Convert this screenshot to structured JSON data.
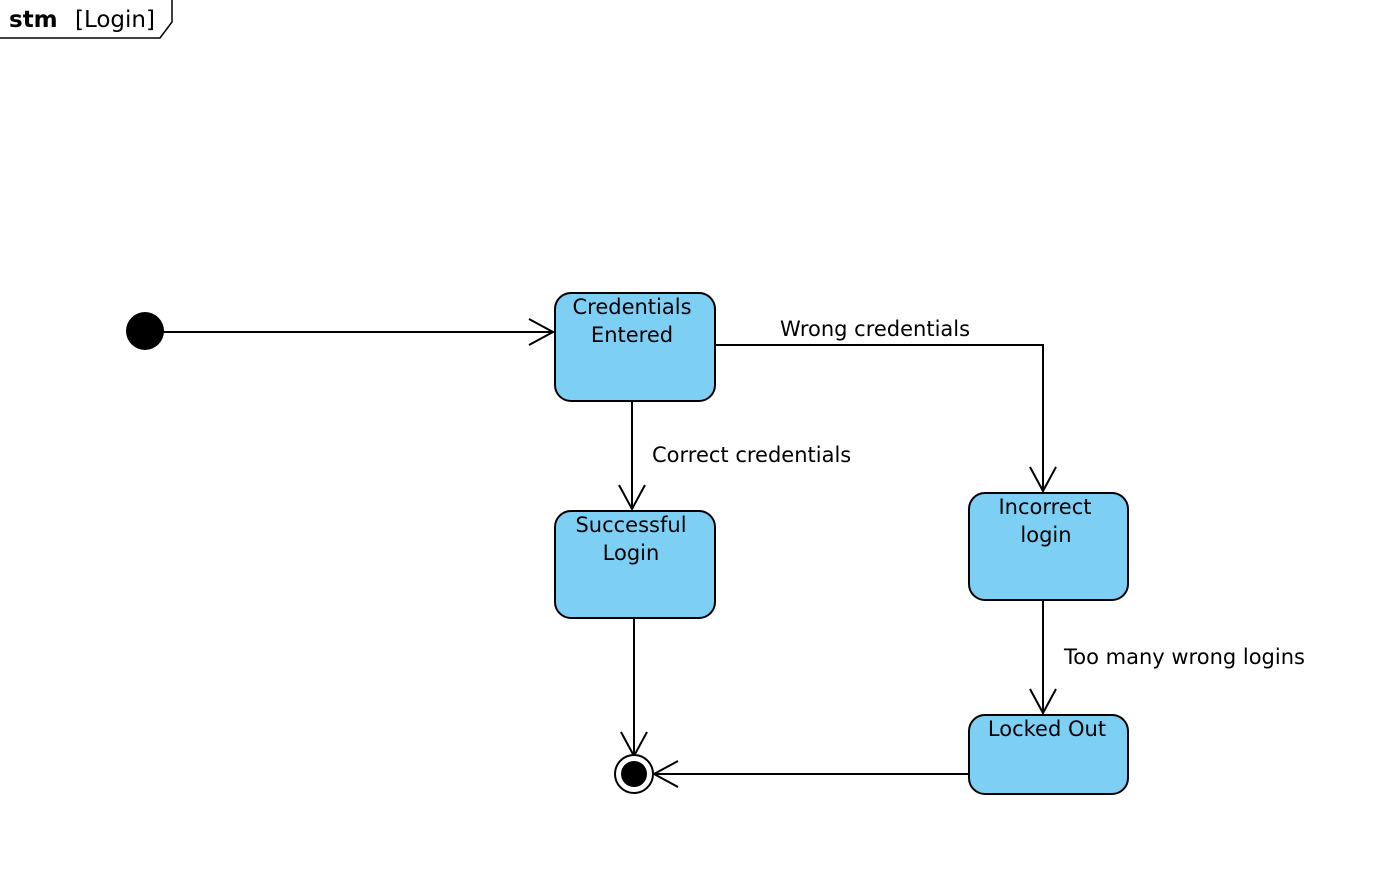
{
  "frame": {
    "keyword": "stm",
    "name": "[Login]"
  },
  "states": {
    "credentials_entered": {
      "line1": "Credentials",
      "line2": "Entered"
    },
    "successful_login": {
      "line1": "Successful",
      "line2": "Login"
    },
    "incorrect_login": {
      "line1": "Incorrect",
      "line2": "login"
    },
    "locked_out": {
      "line1": "Locked Out"
    }
  },
  "transitions": {
    "wrong_credentials": "Wrong credentials",
    "correct_credentials": "Correct credentials",
    "too_many_wrong_logins": "Too many wrong logins"
  },
  "colors": {
    "state_fill": "#7dcff4",
    "stroke": "#000000",
    "background": "#ffffff"
  }
}
